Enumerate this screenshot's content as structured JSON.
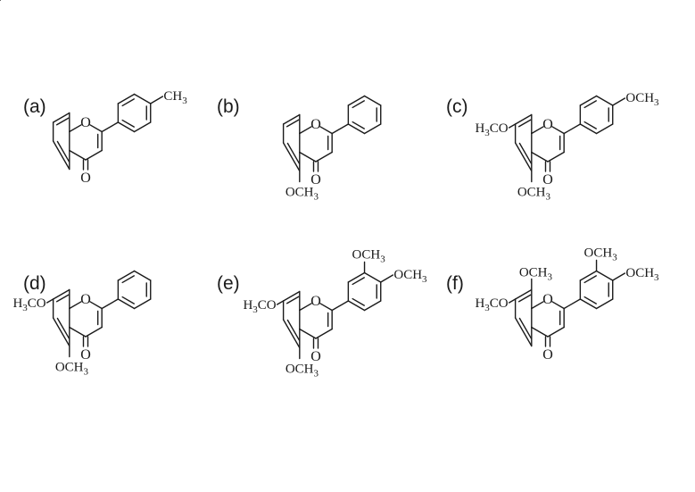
{
  "figure": {
    "panels": [
      {
        "id": "a",
        "label": "(a)",
        "ring_oxygen": "O",
        "carbonyl": "O",
        "substituents": {
          "p4": {
            "main": "CH",
            "sub": "3"
          }
        }
      },
      {
        "id": "b",
        "label": "(b)",
        "ring_oxygen": "O",
        "carbonyl": "O",
        "substituents": {
          "c5": {
            "main": "OCH",
            "sub": "3"
          }
        }
      },
      {
        "id": "c",
        "label": "(c)",
        "ring_oxygen": "O",
        "carbonyl": "O",
        "substituents": {
          "c5": {
            "main": "OCH",
            "sub": "3"
          },
          "c7": {
            "pre": "H",
            "sub": "3",
            "main": "CO"
          },
          "p4": {
            "main": "OCH",
            "sub": "3"
          }
        }
      },
      {
        "id": "d",
        "label": "(d)",
        "ring_oxygen": "O",
        "carbonyl": "O",
        "substituents": {
          "c5": {
            "main": "OCH",
            "sub": "3"
          },
          "c7": {
            "pre": "H",
            "sub": "3",
            "main": "CO"
          }
        }
      },
      {
        "id": "e",
        "label": "(e)",
        "ring_oxygen": "O",
        "carbonyl": "O",
        "substituents": {
          "c5": {
            "main": "OCH",
            "sub": "3"
          },
          "c7": {
            "pre": "H",
            "sub": "3",
            "main": "CO"
          },
          "p3": {
            "main": "OCH",
            "sub": "3"
          },
          "p4": {
            "main": "OCH",
            "sub": "3"
          }
        }
      },
      {
        "id": "f",
        "label": "(f)",
        "ring_oxygen": "O",
        "carbonyl": "O",
        "substituents": {
          "c7": {
            "pre": "H",
            "sub": "3",
            "main": "CO"
          },
          "c8": {
            "main": "OCH",
            "sub": "3"
          },
          "p3": {
            "main": "OCH",
            "sub": "3"
          },
          "p4": {
            "main": "OCH",
            "sub": "3"
          }
        }
      }
    ]
  }
}
